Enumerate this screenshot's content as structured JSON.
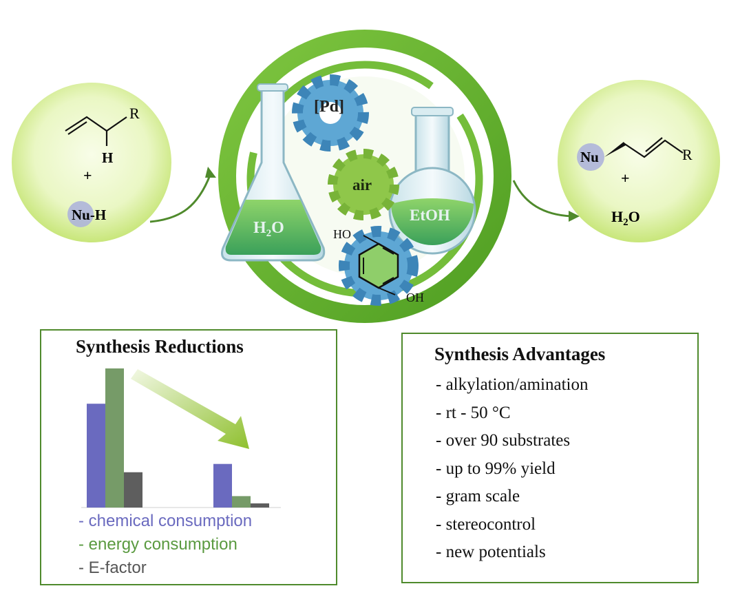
{
  "reactants": {
    "substituent": "R",
    "hydrogen": "H",
    "plus": "+",
    "nucleophile": "Nu-H"
  },
  "catalysis": {
    "gear_catalyst": "[Pd]",
    "gear_oxidant": "air",
    "hydroquinone_ho": "HO",
    "hydroquinone_oh": "OH",
    "flask_left": "H",
    "flask_left_sub": "2",
    "flask_left_end": "O",
    "flask_right": "EtOH"
  },
  "products": {
    "nucleophile": "Nu",
    "substituent": "R",
    "plus": "+",
    "water": "H",
    "water_sub": "2",
    "water_end": "O"
  },
  "reductions": {
    "title": "Synthesis Reductions",
    "legend": [
      {
        "label": "- chemical consumption",
        "color": "#6a6abf"
      },
      {
        "label": "- energy consumption",
        "color": "#5a9a40"
      },
      {
        "label": "- E-factor",
        "color": "#555555"
      }
    ]
  },
  "chart_data": {
    "type": "bar",
    "categories": [
      "",
      ""
    ],
    "series": [
      {
        "values": [
          100,
          42
        ],
        "color": "#6a6abf"
      },
      {
        "values": [
          134,
          11
        ],
        "color": "#769b68"
      },
      {
        "values": [
          34,
          4
        ],
        "color": "#5e5e5e"
      }
    ],
    "ylim": [
      0,
      134
    ],
    "grid": false
  },
  "advantages": {
    "title": "Synthesis Advantages",
    "items": [
      "- alkylation/amination",
      "- rt - 50 °C",
      "- over 90 substrates",
      "- up to 99% yield",
      "- gram scale",
      "- stereocontrol",
      "- new potentials"
    ]
  }
}
